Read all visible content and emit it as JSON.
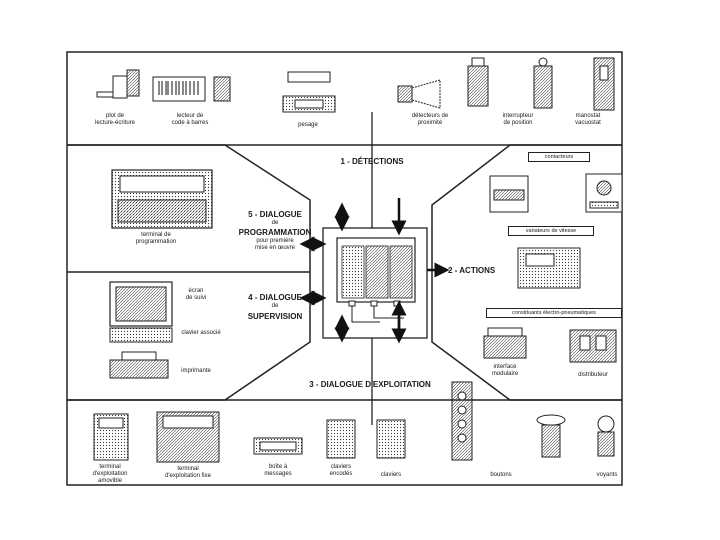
{
  "sections": {
    "detections": "1 - DÉTECTIONS",
    "actions": "2 - ACTIONS",
    "exploitation": "3 - DIALOGUE D'EXPLOITATION",
    "supervision": {
      "line1": "4 - DIALOGUE",
      "line2": "de",
      "line3": "SUPERVISION"
    },
    "programmation": {
      "line1": "5 - DIALOGUE",
      "line2": "de",
      "line3": "PROGRAMMATION",
      "line4": "pour première",
      "line5": "mise en œuvre"
    }
  },
  "detections_items": [
    {
      "l1": "plot de",
      "l2": "lecture-écriture"
    },
    {
      "l1": "lecteur de",
      "l2": "code à barres"
    },
    {
      "l1": "pesage",
      "l2": ""
    },
    {
      "l1": "détecteurs de",
      "l2": "proximité"
    },
    {
      "l1": "interrupteur",
      "l2": "de position"
    },
    {
      "l1": "manostat",
      "l2": "vacuostat"
    }
  ],
  "actions_items": {
    "contacteurs": "contacteurs",
    "variateurs": "variateurs de vitesse",
    "pneumatiques": "constituants électro-pneumatiques",
    "interface": {
      "l1": "interface",
      "l2": "modulaire"
    },
    "distributeur": "distributeur"
  },
  "programmation_items": {
    "terminal": {
      "l1": "terminal de",
      "l2": "programmation"
    }
  },
  "supervision_items": {
    "ecran": {
      "l1": "écran",
      "l2": "de suivi"
    },
    "clavier": "clavier associé",
    "imprimante": "imprimante"
  },
  "exploitation_items": [
    {
      "l1": "terminal",
      "l2": "d'exploitation",
      "l3": "amovible"
    },
    {
      "l1": "terminal",
      "l2": "d'exploitation fixe",
      "l3": ""
    },
    {
      "l1": "boîte à",
      "l2": "messages",
      "l3": ""
    },
    {
      "l1": "claviers",
      "l2": "encodés",
      "l3": ""
    },
    {
      "l1": "claviers",
      "l2": "",
      "l3": ""
    },
    {
      "l1": "boutons",
      "l2": "",
      "l3": ""
    },
    {
      "l1": "voyants",
      "l2": "",
      "l3": ""
    }
  ]
}
